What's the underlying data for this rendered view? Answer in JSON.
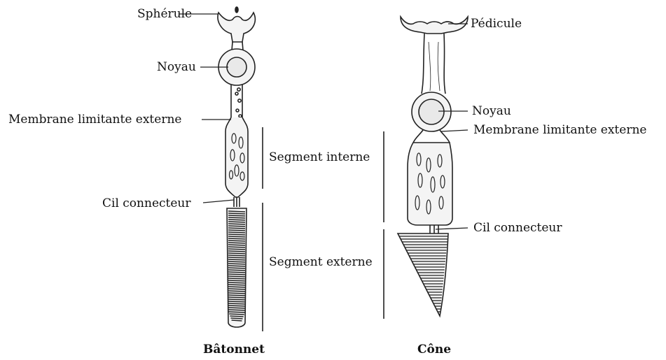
{
  "rod": {
    "caption": "Bâtonnet",
    "labels": {
      "spherule": "Sphérule",
      "noyau": "Noyau",
      "membrane": "Membrane limitante externe",
      "cil": "Cil connecteur"
    }
  },
  "cone": {
    "caption": "Cône",
    "labels": {
      "pedicule": "Pédicule",
      "noyau": "Noyau",
      "membrane": "Membrane limitante externe",
      "cil": "Cil connecteur"
    }
  },
  "segments": {
    "interne": "Segment interne",
    "externe": "Segment externe"
  },
  "colors": {
    "ink": "#222222",
    "fill": "#f4f4f4"
  }
}
